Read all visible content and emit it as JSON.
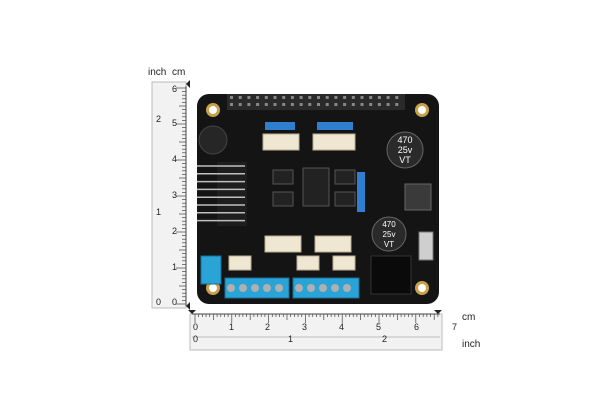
{
  "rulers": {
    "unit_inch_left": "inch",
    "unit_cm_left": "cm",
    "unit_cm_bottom": "cm",
    "unit_inch_bottom": "inch",
    "v_cm_ticks": [
      "0",
      "1",
      "2",
      "3",
      "4",
      "5",
      "6"
    ],
    "v_inch_ticks": [
      "0",
      "1",
      "2"
    ],
    "h_cm_ticks": [
      "0",
      "1",
      "2",
      "3",
      "4",
      "5",
      "6",
      "7"
    ],
    "h_inch_ticks": [
      "0",
      "1",
      "2"
    ]
  },
  "board": {
    "cap_top_value": "470",
    "cap_top_voltage": "25v",
    "cap_top_series": "VT",
    "cap_bottom_value": "470",
    "cap_bottom_voltage": "25v",
    "cap_bottom_series": "VT"
  },
  "colors": {
    "pcb": "#141414",
    "terminal": "#2aa3d6",
    "connector": "#efe7d2",
    "header": "#2a2a2a",
    "cap": "#2a2a2a"
  }
}
